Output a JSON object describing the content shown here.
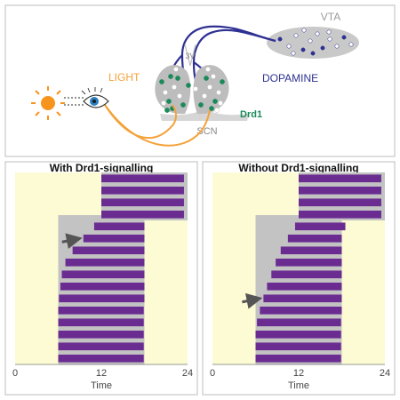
{
  "diagram": {
    "labels": {
      "vta": "VTA",
      "third_ventricle": "3V",
      "light": "LIGHT",
      "dopamine": "DOPAMINE",
      "drd1": "Drd1",
      "scn": "SCN"
    },
    "colors": {
      "light": "#f4a23a",
      "dopamine": "#2e3192",
      "drd1": "#1b8a5a",
      "sun": "#f7941d",
      "eye_iris": "#2a7fc1",
      "scn_fill": "#c9c9c9"
    }
  },
  "panels": [
    {
      "title": "With Drd1-signalling",
      "xlabel": "Time",
      "xticks": [
        "0",
        "12",
        "24"
      ],
      "arrow_row": 5
    },
    {
      "title": "Without Drd1-signalling",
      "xlabel": "Time",
      "xticks": [
        "0",
        "12",
        "24"
      ],
      "arrow_row": 10
    }
  ],
  "chart_data": [
    {
      "type": "actogram",
      "title": "With Drd1-signalling",
      "xlabel": "Time",
      "xlim": [
        0,
        24
      ],
      "light_phase_before": [
        0,
        24
      ],
      "dark_pulse_after_shift": [
        6,
        18
      ],
      "activity_rows": [
        [
          12,
          23.5
        ],
        [
          12,
          23.5
        ],
        [
          12,
          23.5
        ],
        [
          12,
          23.5
        ],
        [
          11,
          18
        ],
        [
          9.5,
          18
        ],
        [
          8,
          18
        ],
        [
          7,
          18
        ],
        [
          6.5,
          18
        ],
        [
          6.3,
          18
        ],
        [
          6.1,
          18
        ],
        [
          6,
          17.9
        ],
        [
          6,
          17.9
        ],
        [
          6,
          17.9
        ],
        [
          6,
          17.9
        ],
        [
          6,
          17.9
        ]
      ],
      "colors": {
        "activity": "#6a2c91",
        "dark": "#c3c3c3",
        "light": "#fdfbd3"
      }
    },
    {
      "type": "actogram",
      "title": "Without Drd1-signalling",
      "xlabel": "Time",
      "xlim": [
        0,
        24
      ],
      "light_phase_before": [
        0,
        24
      ],
      "dark_pulse_after_shift": [
        6,
        18
      ],
      "activity_rows": [
        [
          12,
          23.5
        ],
        [
          12,
          23.5
        ],
        [
          12,
          23.5
        ],
        [
          12,
          23.5
        ],
        [
          11.5,
          18.5
        ],
        [
          10.5,
          18
        ],
        [
          9.5,
          18
        ],
        [
          8.8,
          18
        ],
        [
          8.2,
          18
        ],
        [
          7.6,
          18
        ],
        [
          7.1,
          18
        ],
        [
          6.6,
          18
        ],
        [
          6.2,
          17.9
        ],
        [
          6,
          17.9
        ],
        [
          6,
          17.9
        ],
        [
          6,
          17.9
        ]
      ],
      "colors": {
        "activity": "#6a2c91",
        "dark": "#c3c3c3",
        "light": "#fdfbd3"
      }
    }
  ]
}
